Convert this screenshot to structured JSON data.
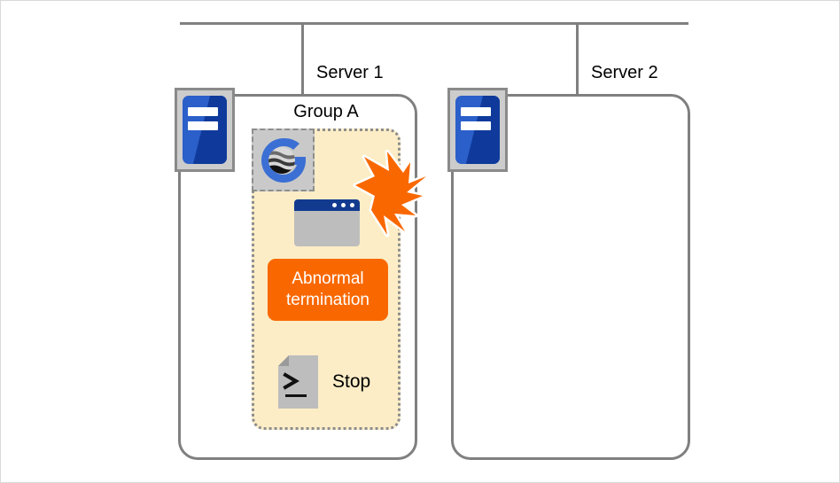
{
  "diagram": {
    "title": "Server cluster group failover diagram",
    "colors": {
      "orange": "#f96800",
      "cream": "#fcedc6",
      "gray_border": "#808080",
      "blue": "#2b5fc9",
      "dark_blue": "#123a8f",
      "icon_gray": "#c9c9c9"
    },
    "bus": {
      "name": "cluster-interconnect"
    },
    "servers": [
      {
        "label": "Server 1",
        "icon_name": "server-machine-icon"
      },
      {
        "label": "Server 2",
        "icon_name": "server-machine-icon"
      }
    ],
    "group": {
      "label": "Group A",
      "logo_name": "product-logo-icon",
      "application": {
        "icon_name": "application-window-icon"
      },
      "status_badge": {
        "label": "Abnormal termination",
        "color": "#f96800"
      },
      "script": {
        "label": "Stop",
        "icon_name": "script-file-icon"
      },
      "failure_marker": {
        "icon_name": "explosion-burst-icon"
      }
    }
  }
}
